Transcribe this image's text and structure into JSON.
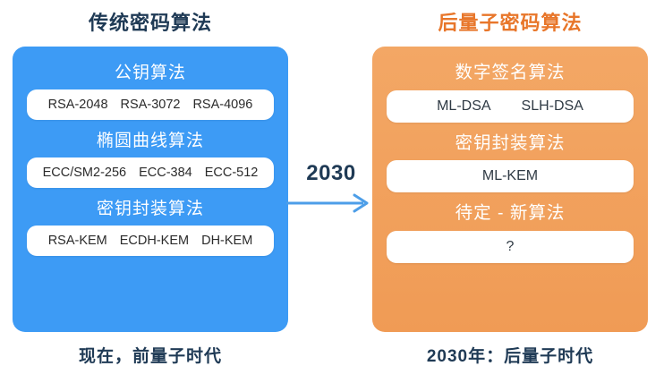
{
  "diagram": {
    "left_column": {
      "title": "传统密码算法",
      "caption": "现在，前量子时代",
      "panel_color": "#3D9BF5",
      "sections": [
        {
          "label": "公钥算法",
          "algorithms": [
            "RSA-2048",
            "RSA-3072",
            "RSA-4096"
          ]
        },
        {
          "label": "椭圆曲线算法",
          "algorithms": [
            "ECC/SM2-256",
            "ECC-384",
            "ECC-512"
          ]
        },
        {
          "label": "密钥封装算法",
          "algorithms": [
            "RSA-KEM",
            "ECDH-KEM",
            "DH-KEM"
          ]
        }
      ]
    },
    "right_column": {
      "title": "后量子密码算法",
      "title_color": "#E8762A",
      "caption": "2030年：后量子时代",
      "panel_color": "#F2A361",
      "sections": [
        {
          "label": "数字签名算法",
          "algorithms": [
            "ML-DSA",
            "SLH-DSA"
          ]
        },
        {
          "label": "密钥封装算法",
          "algorithms": [
            "ML-KEM"
          ]
        },
        {
          "label": "待定 - 新算法",
          "algorithms": [
            "?"
          ]
        }
      ]
    },
    "transition": {
      "year": "2030",
      "arrow_color": "#4D9EE8",
      "arrow_icon": "arrow-right-icon"
    }
  }
}
